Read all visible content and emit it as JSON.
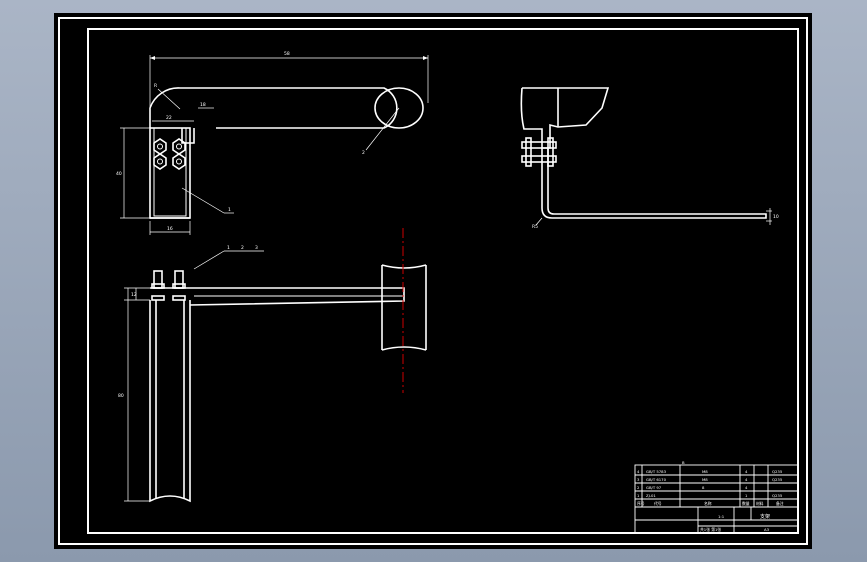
{
  "drawing": {
    "background": "#000000",
    "line_color": "#ffffff",
    "centerline_color": "#cc0000",
    "top_view": {
      "dim_overall": "58",
      "dim_inner": "22",
      "dim_flange": "18",
      "dim_leg_width": "16",
      "dim_leg_height": "40",
      "dim_radius": "R",
      "leader_1": "1",
      "leader_2": "2"
    },
    "front_view": {
      "part_labels": [
        "1",
        "2",
        "3"
      ],
      "dim_left_top": "12",
      "dim_left_height": "80"
    },
    "side_view": {
      "dim_right": "10",
      "dim_corner": "R5"
    }
  },
  "title_block": {
    "parts_header": "B",
    "rows": [
      {
        "no": "4",
        "code": "GB/T 5783",
        "name": "M8",
        "qty": "4",
        "material": "Q235"
      },
      {
        "no": "3",
        "code": "GB/T 6170",
        "name": "M8",
        "qty": "4",
        "material": "Q235"
      },
      {
        "no": "2",
        "code": "GB/T 97",
        "name": "8",
        "qty": "4",
        "material": ""
      },
      {
        "no": "1",
        "code": "ZJ-01",
        "name": "",
        "qty": "1",
        "material": "Q235"
      }
    ],
    "header_labels": [
      "序号",
      "代号",
      "名称",
      "数量",
      "材料",
      "备注"
    ],
    "drawing_title": "支架",
    "scale": "1:1",
    "sheet": "共1张 第1张",
    "mark": "A3"
  }
}
